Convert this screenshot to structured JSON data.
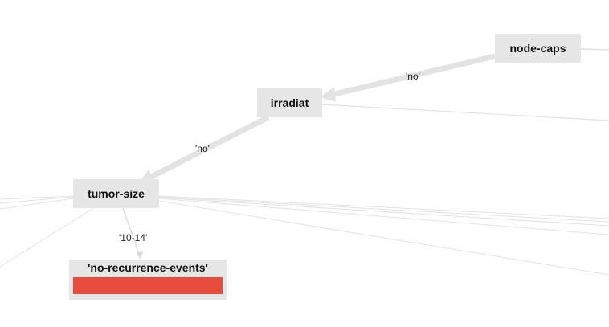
{
  "colors": {
    "node_fill": "#e6e6e6",
    "edge_thick": "#e3e3e3",
    "edge_thin": "#dddddd",
    "leaf_bar": "#e84c3d"
  },
  "nodes": {
    "node_caps": "node-caps",
    "irradiat": "irradiat",
    "tumor_size": "tumor-size"
  },
  "edge_labels": {
    "node_caps_to_irradiat": "'no'",
    "irradiat_to_tumor_size": "'no'",
    "tumor_size_to_leaf": "'10-14'"
  },
  "leaf": {
    "label": "'no-recurrence-events'",
    "class_fraction": 1.0
  }
}
